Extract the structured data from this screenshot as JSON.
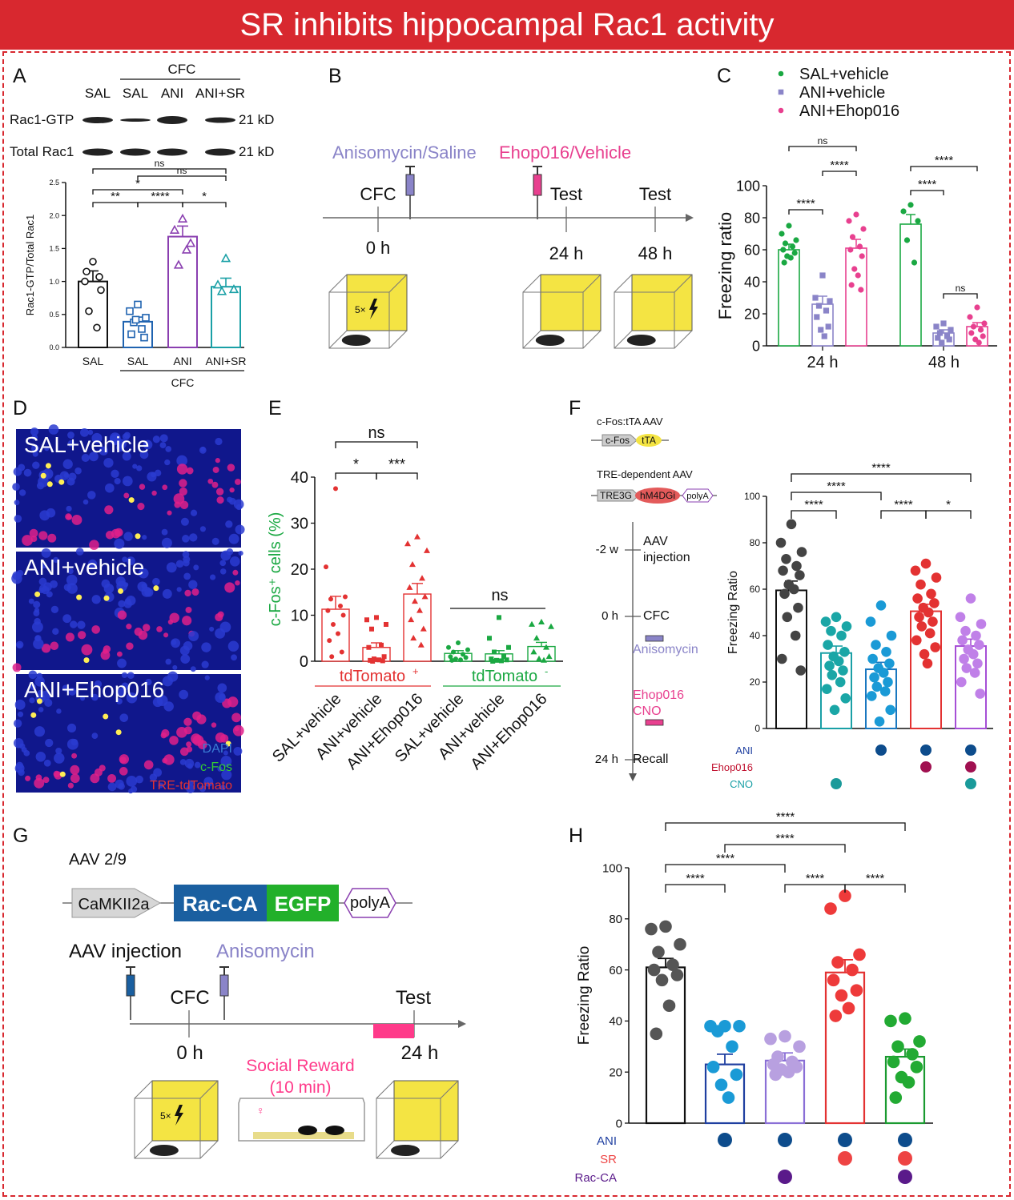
{
  "title": "SR inhibits hippocampal Rac1 activity",
  "colors": {
    "banner": "#d8282f",
    "green": "#1aa842",
    "lavender": "#8a84c8",
    "pink": "#e8408f",
    "purple": "#8a3fb0",
    "teal": "#1aa0a6",
    "blue": "#1f63b0",
    "red": "#e33232",
    "yellow": "#f4e443",
    "darkblue": "#0d4c8c",
    "gray": "#555555"
  },
  "panel_labels": [
    "A",
    "B",
    "C",
    "D",
    "E",
    "F",
    "G",
    "H"
  ],
  "panelA": {
    "cfc_header": "CFC",
    "lanes": [
      "SAL",
      "SAL",
      "ANI",
      "ANI+SR"
    ],
    "blot_rows": [
      {
        "label": "Rac1-GTP",
        "kd": "21 kD"
      },
      {
        "label": "Total Rac1",
        "kd": "21 kD"
      }
    ]
  },
  "panelB": {
    "drug1": "Anisomycin/Saline",
    "drug2": "Ehop016/Vehicle",
    "events": [
      "CFC",
      "Test",
      "Test"
    ],
    "times": [
      "0 h",
      "24 h",
      "48 h"
    ],
    "shock_label": "5×"
  },
  "panelD": {
    "images": [
      "SAL+vehicle",
      "ANI+vehicle",
      "ANI+Ehop016"
    ],
    "legend": [
      "DAPI",
      "c-Fos",
      "TRE-tdTomato"
    ],
    "marker": "v"
  },
  "panelF": {
    "aav1_title": "c-Fos:tTA AAV",
    "aav1_parts": [
      "c-Fos",
      "tTA"
    ],
    "aav2_title": "TRE-dependent AAV",
    "aav2_parts": [
      "TRE3G",
      "hM4DGi",
      "polyA"
    ],
    "timeline": [
      {
        "time": "-2 w",
        "event": "AAV\ninjection"
      },
      {
        "time": "0 h",
        "event": "CFC"
      },
      {
        "time": "",
        "event": "Anisomycin"
      },
      {
        "time": "",
        "event": "Ehop016\nCNO"
      },
      {
        "time": "24 h",
        "event": "Recall"
      }
    ]
  },
  "panelG": {
    "aav_title": "AAV 2/9",
    "construct": [
      "CaMKII2a",
      "Rac-CA",
      "EGFP",
      "polyA"
    ],
    "aav_injection": "AAV injection",
    "drug": "Anisomycin",
    "events": [
      "CFC",
      "Test"
    ],
    "times": [
      "0 h",
      "24 h"
    ],
    "social": "Social Reward\n(10 min)",
    "shock_label": "5×"
  },
  "chart_data": [
    {
      "panel": "A",
      "type": "bar",
      "categories": [
        "SAL",
        "SAL",
        "ANI",
        "ANI+SR"
      ],
      "group_label": "CFC",
      "ylabel": "Rac1-GTP/Total Rac1",
      "ylim": [
        0,
        2.5
      ],
      "yticks": [
        0.0,
        0.5,
        1.0,
        1.5,
        2.0,
        2.5
      ],
      "values": [
        1.0,
        0.39,
        1.68,
        0.92
      ],
      "sem": [
        0.16,
        0.07,
        0.16,
        0.13
      ],
      "points": [
        [
          1.3,
          1.0,
          0.87,
          0.55,
          0.3,
          1.15,
          1.07
        ],
        [
          0.65,
          0.55,
          0.45,
          0.38,
          0.28,
          0.2,
          0.15,
          0.42
        ],
        [
          1.95,
          1.78,
          1.58,
          1.25,
          1.48
        ],
        [
          1.35,
          0.95,
          0.88,
          0.85
        ]
      ],
      "comparisons": [
        {
          "a": 0,
          "b": 1,
          "label": "**"
        },
        {
          "a": 1,
          "b": 2,
          "label": "****"
        },
        {
          "a": 2,
          "b": 3,
          "label": "*"
        },
        {
          "a": 0,
          "b": 2,
          "label": "*"
        },
        {
          "a": 1,
          "b": 3,
          "label": "ns"
        },
        {
          "a": 0,
          "b": 3,
          "label": "ns"
        }
      ]
    },
    {
      "panel": "C",
      "type": "bar",
      "groups": [
        "24 h",
        "48 h"
      ],
      "series": [
        {
          "name": "SAL+vehicle",
          "values": [
            60,
            76
          ],
          "sem": [
            3.5,
            6
          ],
          "points": [
            [
              75,
              70,
              66,
              64,
              62,
              60,
              58,
              56,
              55,
              52
            ],
            [
              88,
              84,
              78,
              66,
              52
            ]
          ]
        },
        {
          "name": "ANI+vehicle",
          "values": [
            26,
            8
          ],
          "sem": [
            5,
            2
          ],
          "points": [
            [
              44,
              30,
              28,
              25,
              22,
              18,
              12,
              10,
              6
            ],
            [
              14,
              12,
              10,
              8,
              6,
              5,
              4,
              2
            ]
          ]
        },
        {
          "name": "ANI+Ehop016",
          "values": [
            61,
            12
          ],
          "sem": [
            5.5,
            2.5
          ],
          "points": [
            [
              82,
              78,
              73,
              68,
              62,
              60,
              56,
              48,
              44,
              38,
              35
            ],
            [
              24,
              18,
              14,
              12,
              10,
              8,
              6,
              4,
              2
            ]
          ]
        }
      ],
      "ylabel": "Freezing ratio",
      "ylim": [
        0,
        100
      ],
      "yticks": [
        0,
        20,
        40,
        60,
        80,
        100
      ],
      "comparisons": [
        {
          "group": 0,
          "a": 0,
          "b": 1,
          "label": "****"
        },
        {
          "group": 0,
          "a": 1,
          "b": 2,
          "label": "****"
        },
        {
          "group": 0,
          "a": 0,
          "b": 2,
          "label": "ns"
        },
        {
          "group": 1,
          "a": 0,
          "b": 1,
          "label": "****"
        },
        {
          "group": 1,
          "a": 0,
          "b": 2,
          "label": "****"
        },
        {
          "group": 1,
          "a": 1,
          "b": 2,
          "label": "ns"
        }
      ]
    },
    {
      "panel": "E",
      "type": "bar",
      "ylabel": "c-Fos⁺ cells (%)",
      "ylim": [
        0,
        40
      ],
      "yticks": [
        0,
        10,
        20,
        30,
        40
      ],
      "categories": [
        "SAL+vehicle",
        "ANI+vehicle",
        "ANI+Ehop016",
        "SAL+vehicle",
        "ANI+vehicle",
        "ANI+Ehop016"
      ],
      "group_labels": [
        {
          "text": "tdTomato",
          "sup": "+"
        },
        {
          "text": "tdTomato",
          "sup": "-"
        }
      ],
      "values": [
        11.3,
        3.0,
        14.6,
        1.7,
        1.6,
        3.2
      ],
      "sem": [
        2.8,
        1.0,
        2.3,
        0.6,
        0.7,
        0.9
      ],
      "points": [
        [
          37.5,
          20.5,
          14,
          13.5,
          12,
          11,
          10,
          8,
          6,
          4.5,
          2,
          1
        ],
        [
          9.5,
          9,
          8,
          7,
          3.5,
          3,
          1,
          0.5,
          0.3,
          0.2,
          0.1,
          0
        ],
        [
          27,
          25.5,
          24,
          21,
          18,
          16,
          14,
          13,
          11,
          9,
          7,
          5,
          3.5
        ],
        [
          4,
          3,
          2.5,
          2,
          1.5,
          1,
          0.8,
          0.5,
          0.3,
          0.2
        ],
        [
          9.5,
          5,
          3,
          2,
          1,
          0.5,
          0.3,
          0.2,
          0.1,
          0
        ],
        [
          8.5,
          8,
          7.5,
          5,
          3,
          2,
          1,
          0.5,
          0.2
        ]
      ],
      "comparisons": [
        {
          "a": 0,
          "b": 1,
          "label": "*"
        },
        {
          "a": 1,
          "b": 2,
          "label": "***"
        },
        {
          "a": 0,
          "b": 2,
          "label": "ns"
        },
        {
          "a": 3,
          "b": 5,
          "label": "ns"
        }
      ]
    },
    {
      "panel": "F",
      "type": "bar",
      "ylabel": "Freezing Ratio",
      "ylim": [
        0,
        100
      ],
      "yticks": [
        0,
        20,
        40,
        60,
        80,
        100
      ],
      "values": [
        59.5,
        32.5,
        25.5,
        50.5,
        35.5
      ],
      "sem": [
        4,
        3,
        3,
        3,
        3
      ],
      "points": [
        [
          88,
          80,
          76,
          73,
          70,
          68,
          66,
          62,
          60,
          58,
          52,
          48,
          40,
          30,
          25
        ],
        [
          48,
          46,
          44,
          42,
          40,
          36,
          33,
          31,
          29,
          27,
          25,
          23,
          20,
          17,
          13,
          8
        ],
        [
          53,
          46,
          40,
          36,
          33,
          30,
          28,
          26,
          24,
          22,
          20,
          18,
          16,
          14,
          8,
          3
        ],
        [
          71,
          68,
          65,
          62,
          58,
          56,
          54,
          52,
          50,
          48,
          46,
          44,
          41,
          38,
          35,
          32,
          28
        ],
        [
          56,
          48,
          45,
          42,
          40,
          38,
          36,
          34,
          32,
          30,
          28,
          26,
          24,
          20,
          15
        ]
      ],
      "condition_rows": [
        {
          "label": "ANI",
          "pattern": [
            false,
            false,
            true,
            true,
            true
          ]
        },
        {
          "label": "Ehop016",
          "pattern": [
            false,
            false,
            false,
            true,
            true
          ]
        },
        {
          "label": "CNO",
          "pattern": [
            false,
            true,
            false,
            false,
            true
          ]
        }
      ],
      "comparisons": [
        {
          "a": 0,
          "b": 1,
          "label": "****"
        },
        {
          "a": 2,
          "b": 3,
          "label": "****"
        },
        {
          "a": 3,
          "b": 4,
          "label": "*"
        },
        {
          "a": 0,
          "b": 2,
          "label": "****"
        },
        {
          "a": 0,
          "b": 4,
          "label": "****"
        }
      ]
    },
    {
      "panel": "H",
      "type": "bar",
      "ylabel": "Freezing Ratio",
      "ylim": [
        0,
        100
      ],
      "yticks": [
        0,
        20,
        40,
        60,
        80,
        100
      ],
      "values": [
        61,
        23,
        24.5,
        59,
        26
      ],
      "sem": [
        3.5,
        4,
        3,
        5,
        3
      ],
      "points": [
        [
          77,
          76,
          70,
          67,
          62,
          60,
          58,
          56,
          46,
          35
        ],
        [
          38,
          38,
          38,
          36,
          30,
          22,
          19,
          15,
          10
        ],
        [
          34,
          33,
          30,
          26,
          24,
          23,
          22,
          21,
          20,
          19
        ],
        [
          89,
          84,
          66,
          63,
          60,
          56,
          52,
          50,
          45,
          42
        ],
        [
          41,
          40,
          32,
          30,
          27,
          24,
          22,
          18,
          16,
          10
        ]
      ],
      "condition_rows": [
        {
          "label": "ANI",
          "pattern": [
            false,
            true,
            true,
            true,
            true
          ]
        },
        {
          "label": "SR",
          "pattern": [
            false,
            false,
            false,
            true,
            true
          ]
        },
        {
          "label": "Rac-CA",
          "pattern": [
            false,
            false,
            true,
            false,
            true
          ]
        }
      ],
      "comparisons": [
        {
          "a": 0,
          "b": 1,
          "label": "****"
        },
        {
          "a": 2,
          "b": 3,
          "label": "****"
        },
        {
          "a": 3,
          "b": 4,
          "label": "****"
        },
        {
          "a": 0,
          "b": 2,
          "label": "****"
        },
        {
          "a": 1,
          "b": 3,
          "label": "****"
        },
        {
          "a": 0,
          "b": 4,
          "label": "****"
        }
      ]
    }
  ]
}
